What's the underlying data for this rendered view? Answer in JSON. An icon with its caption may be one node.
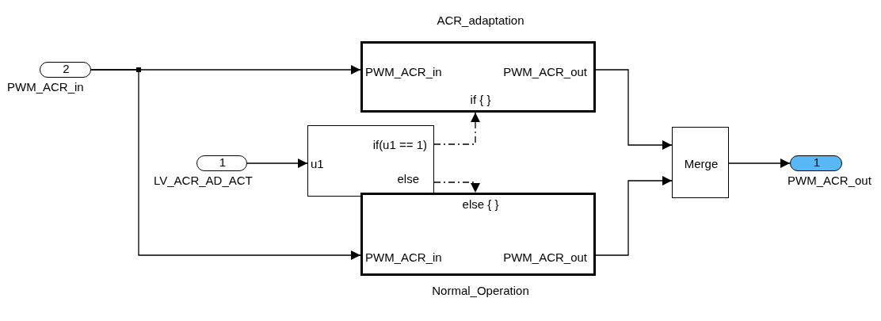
{
  "diagram": {
    "nodes": [
      {
        "text": [
          "2"
        ],
        "beside": [
          "PWM_ACR_in"
        ]
      },
      {
        "text": [
          "ACR_adaptation",
          "PWM_ACR_in",
          "PWM_ACR_out",
          "if { }"
        ]
      },
      {
        "text": [
          "1"
        ],
        "beside": [
          "LV_ACR_AD_ACT"
        ]
      },
      {
        "text": [
          "u1",
          "if(u1 == 1)",
          "else"
        ]
      },
      {
        "text": [
          "else { }",
          "PWM_ACR_in",
          "PWM_ACR_out",
          "Normal_Operation"
        ]
      },
      {
        "text": [
          "Merge"
        ]
      },
      {
        "text": [
          "1"
        ],
        "beside": [
          "PWM_ACR_out"
        ]
      }
    ],
    "edges": [
      {
        "from": 0,
        "to": 1,
        "arrow": "to"
      },
      {
        "from": 0,
        "to": 4,
        "arrow": "to"
      },
      {
        "from": 2,
        "to": 3,
        "arrow": "to"
      },
      {
        "from": 3,
        "to": 1,
        "arrow": "to",
        "style": "dashed"
      },
      {
        "from": 3,
        "to": 4,
        "arrow": "to",
        "style": "dashed"
      },
      {
        "from": 1,
        "to": 5,
        "arrow": "to"
      },
      {
        "from": 4,
        "to": 5,
        "arrow": "to"
      },
      {
        "from": 5,
        "to": 6,
        "arrow": "to"
      }
    ]
  }
}
